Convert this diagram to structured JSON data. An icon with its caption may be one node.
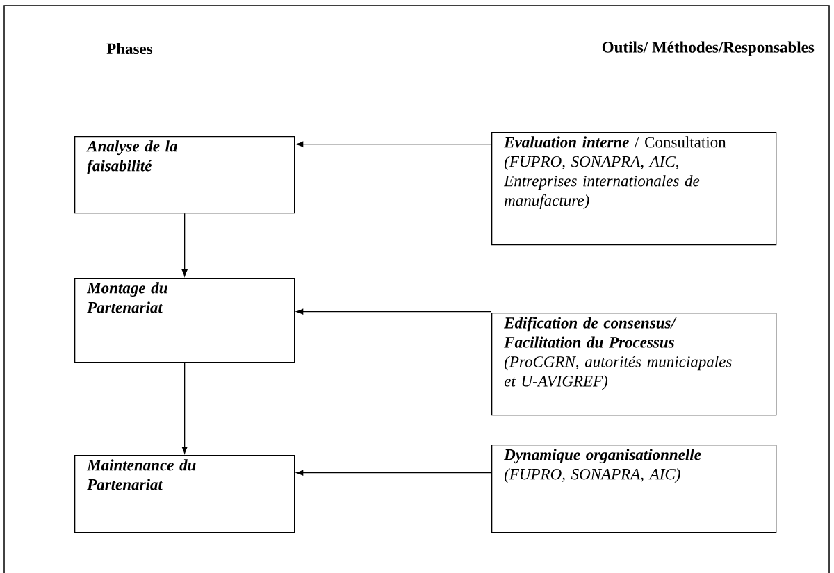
{
  "diagram": {
    "nodes": [
      {
        "text": [
          "Analyse de la faisabilité"
        ]
      },
      {
        "text": [
          "Evaluation interne",
          "/ Consultation *(FUPRO, SONAPRA, AIC, Entreprises internationales de manufacture)*"
        ]
      },
      {
        "text": [
          "Montage du Partenariat"
        ]
      },
      {
        "text": [
          "Edification de consensus/ Facilitation du Processus",
          "(ProCGRN,  autorités municiapales et U-AVIGREF)"
        ]
      },
      {
        "text": [
          "Maintenance du Partenariat"
        ]
      },
      {
        "text": [
          "Dynamique organisationnelle",
          "(FUPRO, SONAPRA, AIC)"
        ]
      }
    ],
    "edges": [
      {
        "from": 1,
        "to": 0,
        "arrow": "to"
      },
      {
        "from": 0,
        "to": 2,
        "arrow": "to"
      },
      {
        "from": 3,
        "to": 2,
        "arrow": "to"
      },
      {
        "from": 2,
        "to": 4,
        "arrow": "to"
      },
      {
        "from": 5,
        "to": 4,
        "arrow": "to"
      }
    ],
    "labels": [
      "Phases",
      "Outils/ Méthodes/Responsables"
    ]
  }
}
